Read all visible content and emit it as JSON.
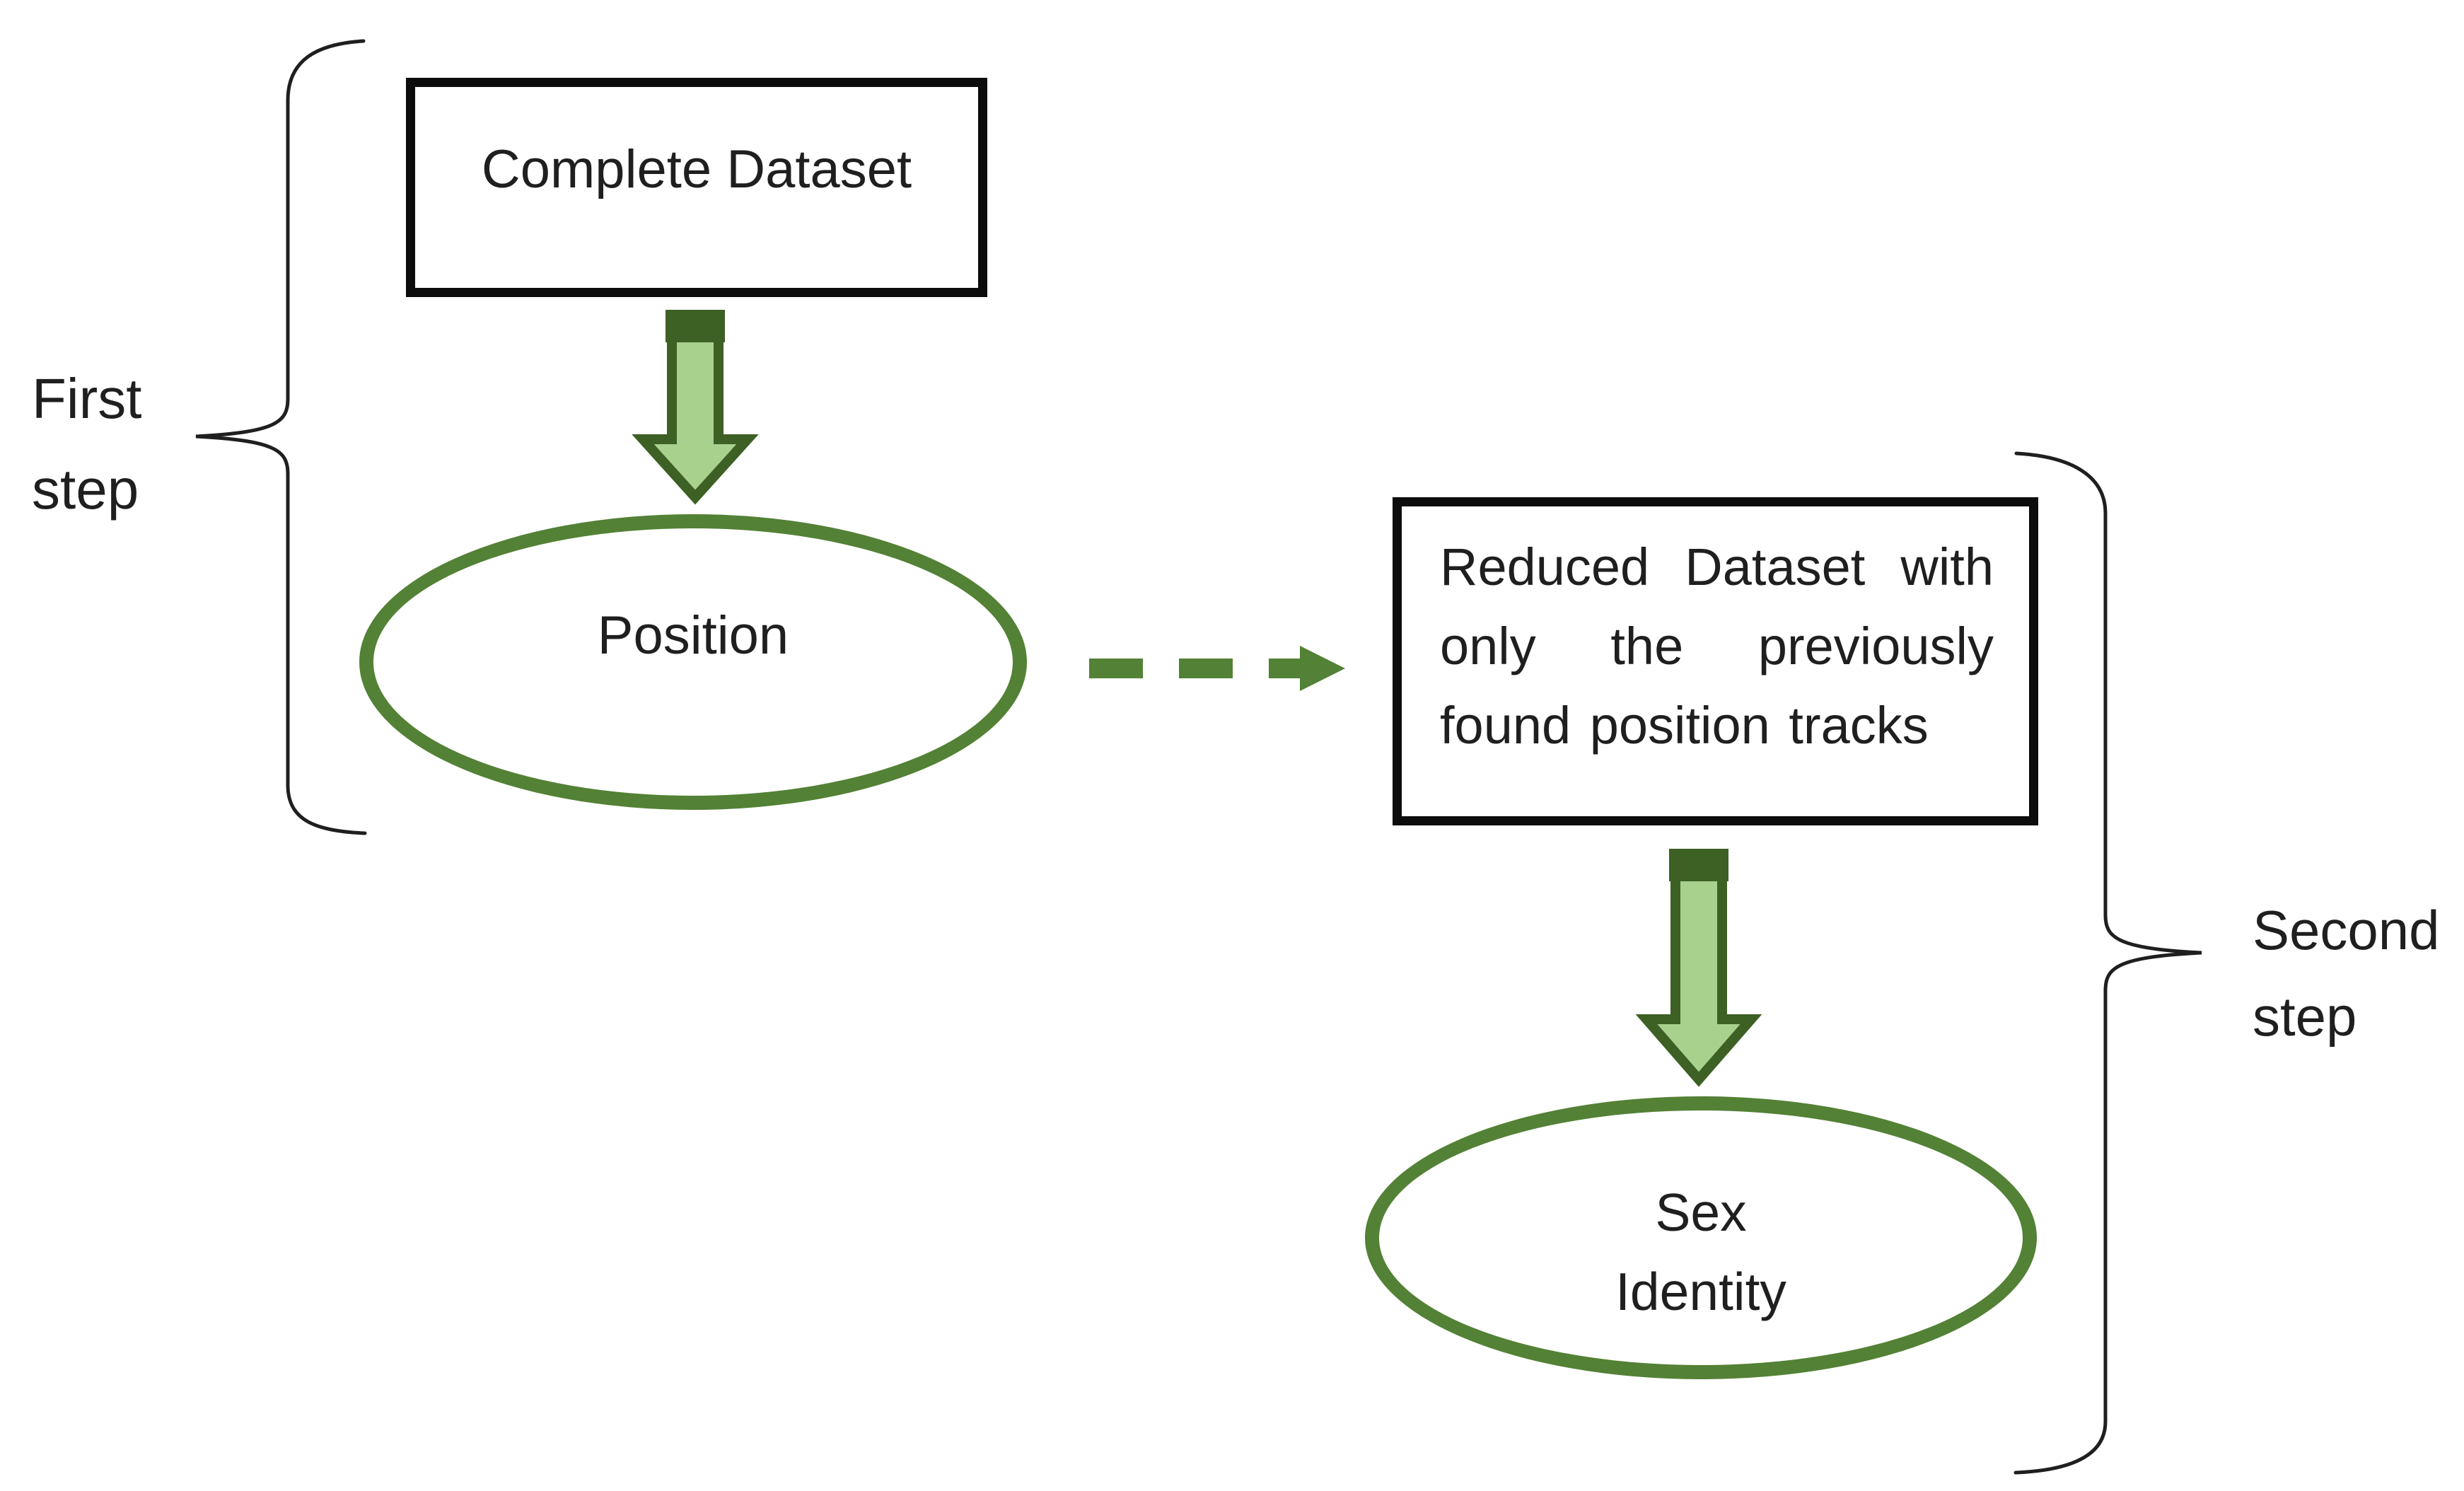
{
  "colors": {
    "background": "#ffffff",
    "ink": "#1f1f1f",
    "box_border": "#0c0c0c",
    "green_outline": "#538135",
    "green_light": "#a9d18e",
    "green_dark": "#3d6024"
  },
  "step_labels": {
    "first": {
      "line1": "First",
      "line2": "step"
    },
    "second": {
      "line1": "Second",
      "line2": "step"
    }
  },
  "nodes": {
    "complete_dataset": {
      "label": "Complete Dataset"
    },
    "position": {
      "label": "Position"
    },
    "reduced_dataset": {
      "line1": "Reduced Dataset with",
      "line2": "only the previously",
      "line3": "found position tracks"
    },
    "sex_identity": {
      "line1": "Sex",
      "line2": "Identity"
    }
  },
  "icons": {
    "first_down_arrow": "block-down-arrow-icon",
    "position_to_reduced": "dashed-right-arrow-icon",
    "second_down_arrow": "block-down-arrow-icon",
    "first_step_bracket": "left-curly-brace-icon",
    "second_step_bracket": "right-curly-brace-icon"
  }
}
